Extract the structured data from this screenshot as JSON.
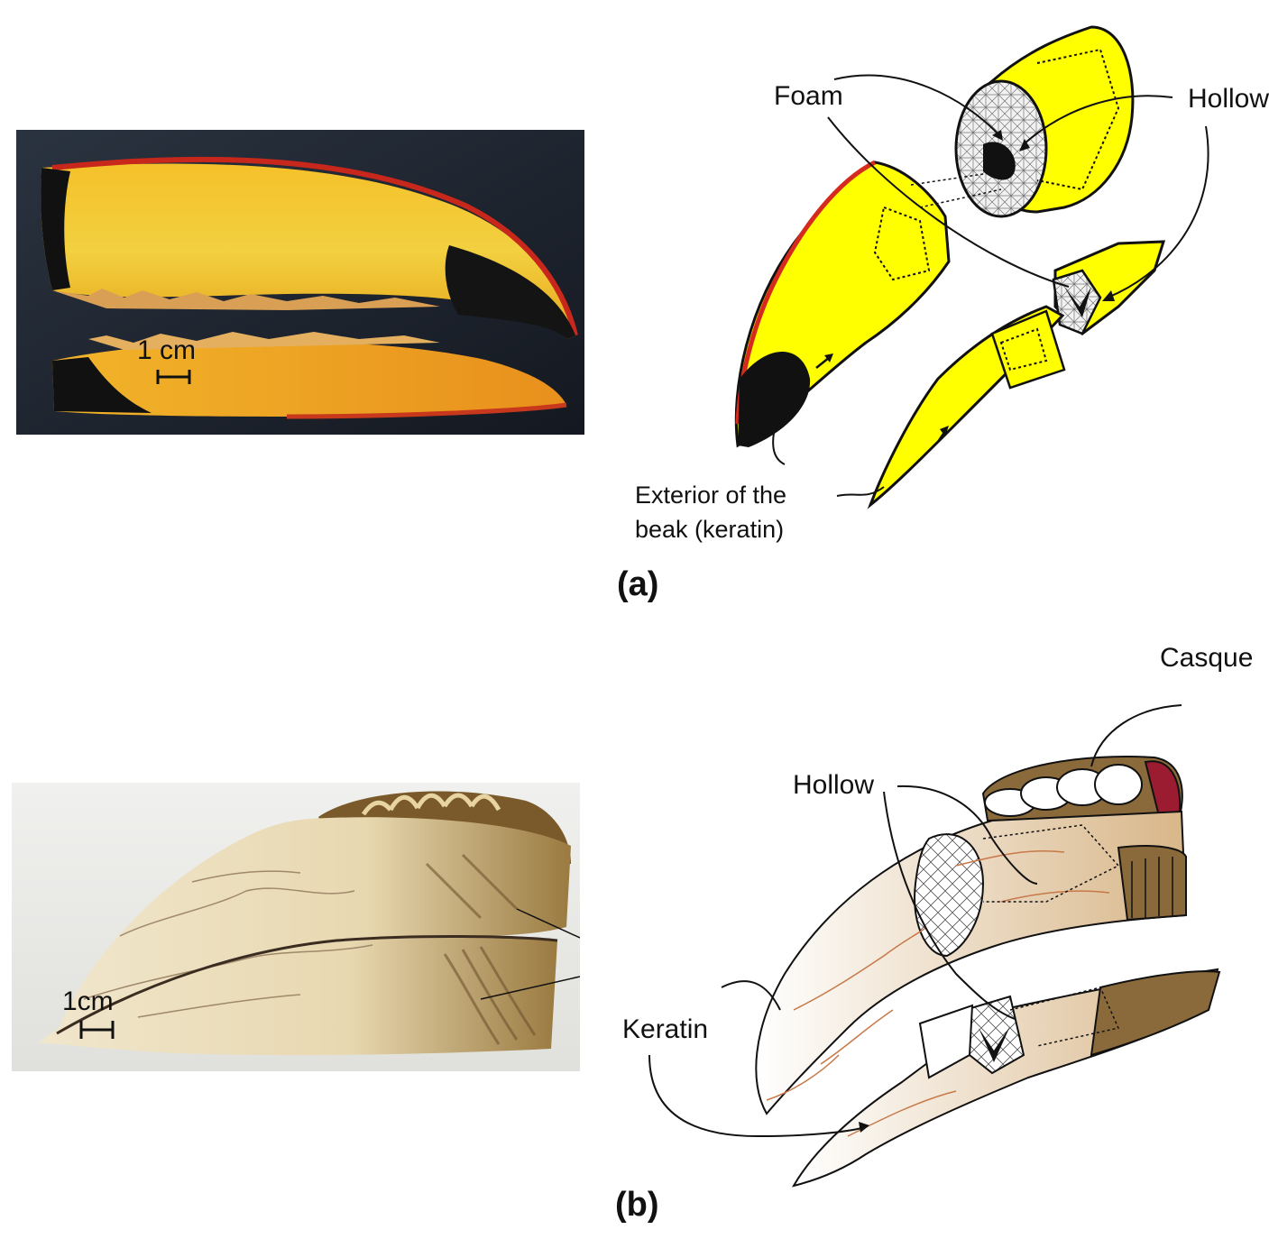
{
  "panel_a": {
    "label": "(a)",
    "photo_scale": "1 cm",
    "labels": {
      "foam": "Foam",
      "hollow": "Hollow",
      "exterior_line1": "Exterior of the",
      "exterior_line2": "beak (keratin)"
    }
  },
  "panel_b": {
    "label": "(b)",
    "photo_scale": "1cm",
    "labels": {
      "casque": "Casque",
      "hollow": "Hollow",
      "keratin": "Keratin"
    }
  },
  "colors": {
    "toucan_yellow": "#f7c41a",
    "toucan_orange": "#f0a020",
    "diagram_yellow": "#ffff00",
    "red_edge": "#d62a1e",
    "hornbill_ivory": "#efe4c8",
    "hornbill_brown": "#8a6a3a",
    "casque_red": "#9b1c30"
  }
}
